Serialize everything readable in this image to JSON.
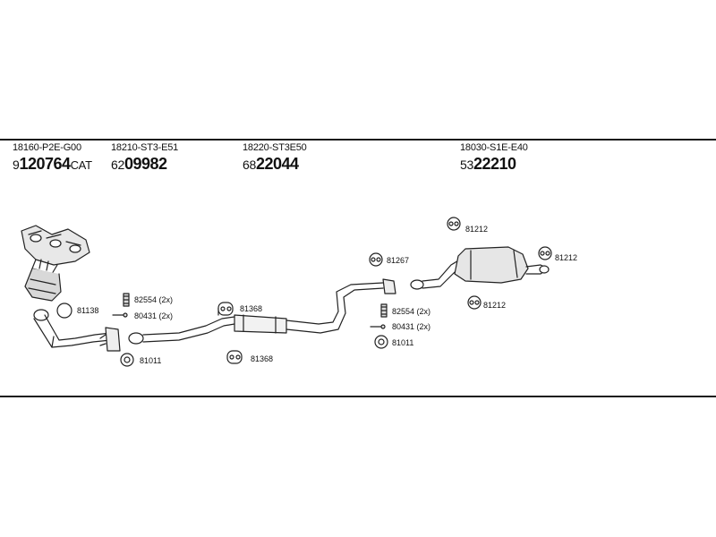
{
  "parts": [
    {
      "oem": "18160-P2E-G00",
      "prefix": "9",
      "bold": "120764",
      "suffix": "CAT"
    },
    {
      "oem": "18210-ST3-E51",
      "prefix": "62",
      "bold": "09982",
      "suffix": ""
    },
    {
      "oem": "18220-ST3E50",
      "prefix": "68",
      "bold": "22044",
      "suffix": ""
    },
    {
      "oem": "18030-S1E-E40",
      "prefix": "53",
      "bold": "22210",
      "suffix": ""
    }
  ],
  "labels": {
    "front_ring": "81138",
    "front_bolt": "82554 (2x)",
    "front_nut": "80431 (2x)",
    "front_gasket": "81011",
    "mid_hanger_upper": "81368",
    "mid_hanger_lower": "81368",
    "centre_hanger": "81267",
    "rear_bolt": "82554 (2x)",
    "rear_nut": "80431 (2x)",
    "rear_gasket": "81011",
    "muffler_hanger_top": "81212",
    "muffler_hanger_right": "81212",
    "muffler_hanger_bottom": "81212"
  }
}
